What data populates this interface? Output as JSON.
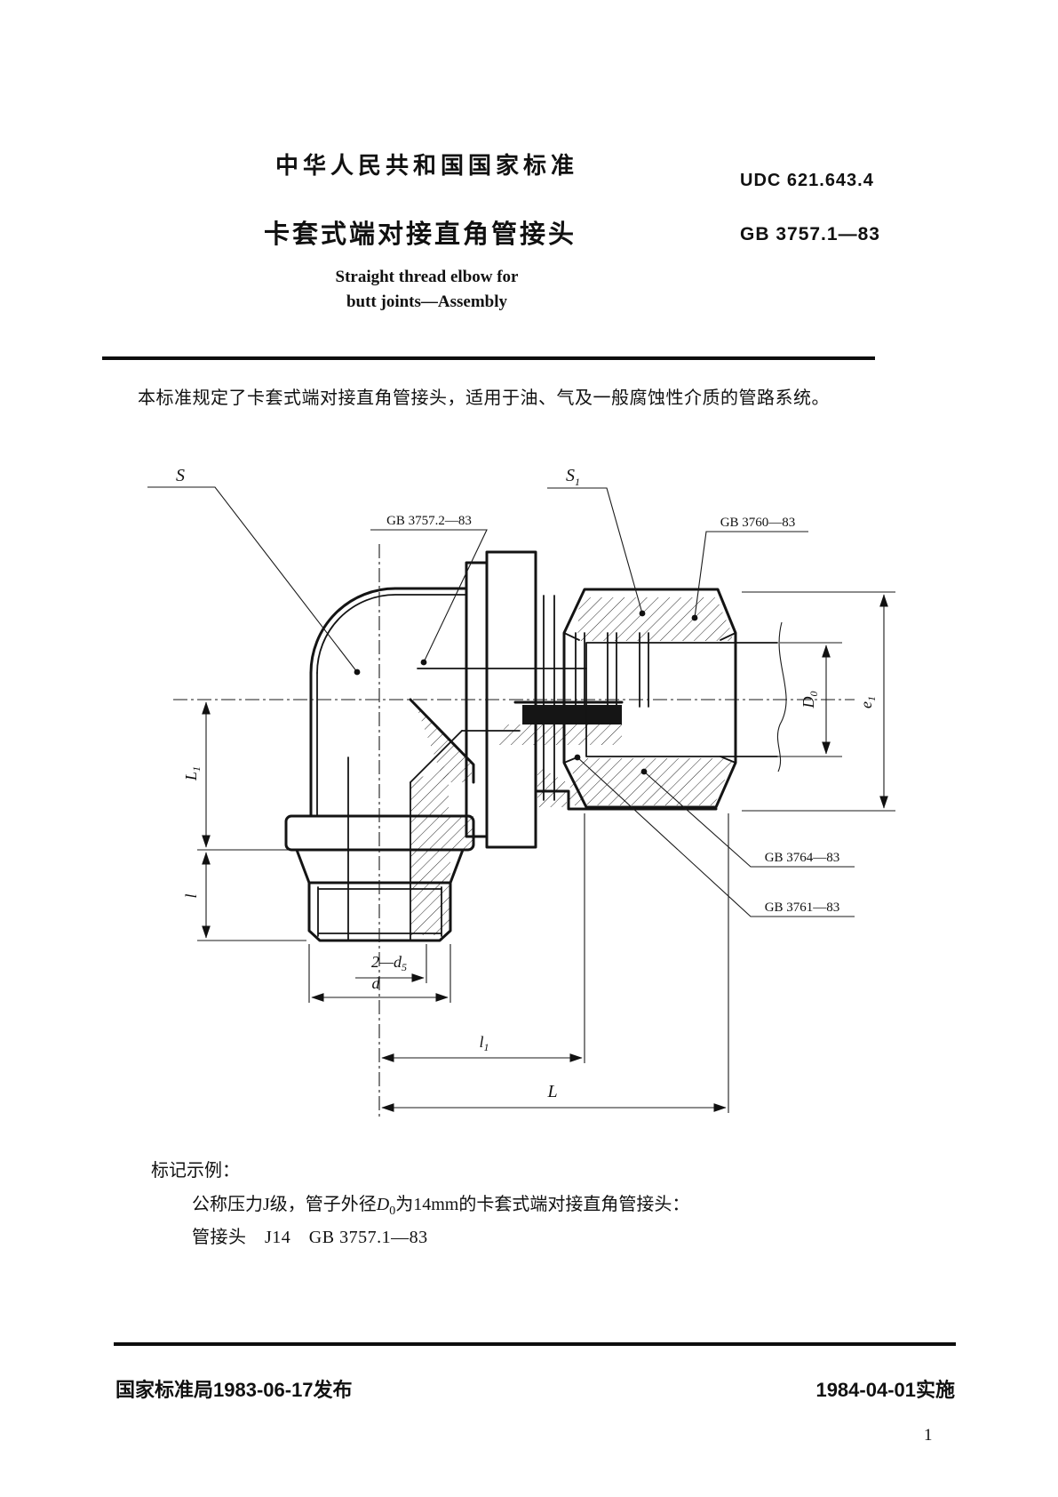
{
  "header": {
    "standard_org": "中华人民共和国国家标准",
    "udc": "UDC  621.643.4",
    "title_cn": "卡套式端对接直角管接头",
    "standard_no": "GB 3757.1—83",
    "title_en_line1": "Straight thread elbow for",
    "title_en_line2": "butt joints—Assembly"
  },
  "intro": {
    "scope_text": "本标准规定了卡套式端对接直角管接头，适用于油、气及一般腐蚀性介质的管路系统。"
  },
  "drawing": {
    "callouts": {
      "s": "S",
      "s1_base": "S",
      "s1_sub": "1",
      "gb_body": "GB 3757.2—83",
      "gb_nut": "GB 3760—83",
      "gb_ferrule": "GB 3764—83",
      "gb_sleeve": "GB 3761—83"
    },
    "dims": {
      "L1_base": "L",
      "L1_sub": "1",
      "l": "l",
      "D0_base": "D",
      "D0_sub": "0",
      "e1_base": "e",
      "e1_sub": "1",
      "two_d5_base": "2—d",
      "two_d5_sub": "5",
      "d": "d",
      "l1_base": "l",
      "l1_sub": "1",
      "L": "L"
    }
  },
  "example": {
    "label": "标记示例：",
    "line1_pre": "公称压力J级，管子外径",
    "line1_sym": "D",
    "line1_sym_sub": "0",
    "line1_post": "为14mm的卡套式端对接直角管接头：",
    "line2": "管接头　J14　GB 3757.1—83"
  },
  "footer": {
    "issued": "国家标准局1983-06-17发布",
    "implemented": "1984-04-01实施",
    "page_number": "1"
  }
}
